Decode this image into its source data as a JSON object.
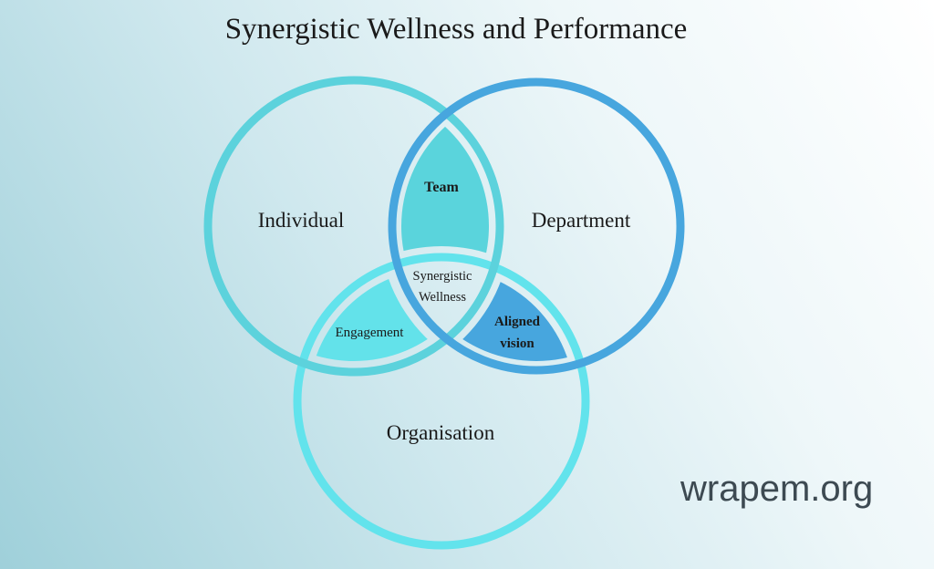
{
  "title": "Synergistic Wellness and Performance",
  "circles": {
    "individual": {
      "label": "Individual",
      "color": "#5cd2dc"
    },
    "department": {
      "label": "Department",
      "color": "#47a6de"
    },
    "organisation": {
      "label": "Organisation",
      "color": "#62e3ec"
    }
  },
  "overlaps": {
    "team": {
      "label": "Team",
      "color": "#5ad4dc"
    },
    "engagement": {
      "label": "Engagement",
      "color": "#63e2ea"
    },
    "aligned_vision": {
      "line1": "Aligned",
      "line2": "vision",
      "color": "#47a6de"
    },
    "center": {
      "line1": "Synergistic",
      "line2": "Wellness"
    }
  },
  "brand": "wrapem.org"
}
